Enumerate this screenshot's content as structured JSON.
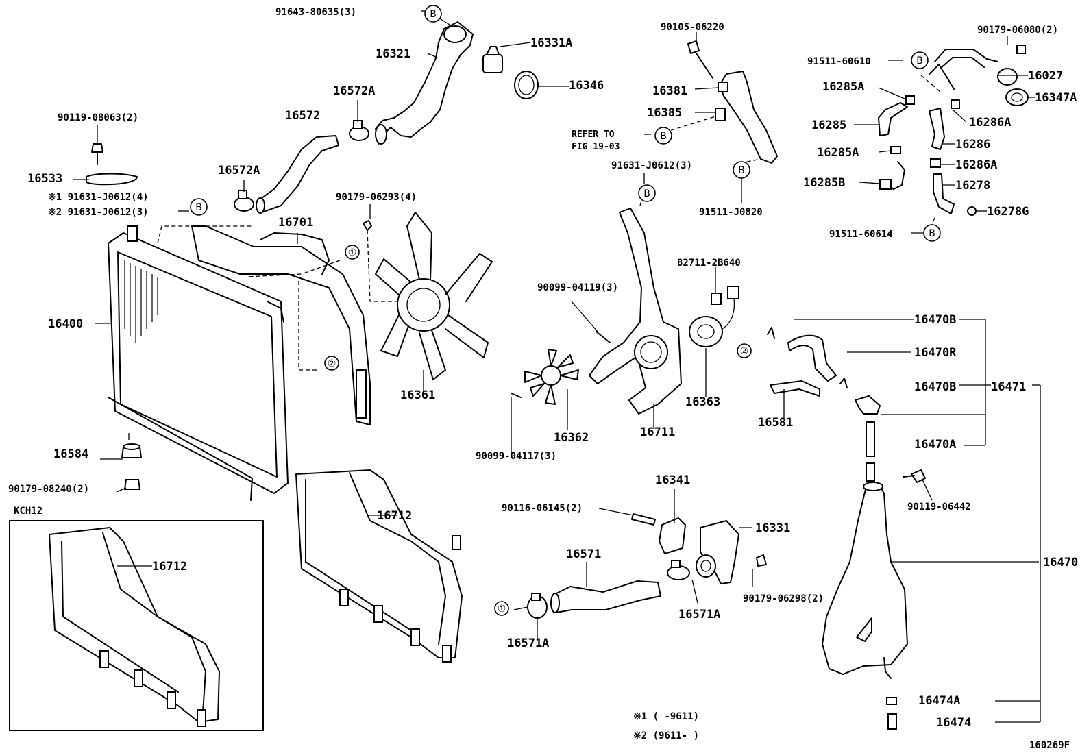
{
  "labels": [
    {
      "text": "91643-80635(3)",
      "kind": "small"
    },
    {
      "text": "16321",
      "kind": "big"
    },
    {
      "text": "16331A",
      "kind": "big"
    },
    {
      "text": "16346",
      "kind": "big"
    },
    {
      "text": "16572A",
      "kind": "big"
    },
    {
      "text": "16572",
      "kind": "big"
    },
    {
      "text": "90119-08063(2)",
      "kind": "small"
    },
    {
      "text": "16533",
      "kind": "big"
    },
    {
      "text": "※1 91631-J0612(4)",
      "kind": "small"
    },
    {
      "text": "※2 91631-J0612(3)",
      "kind": "small"
    },
    {
      "text": "16572A",
      "kind": "big"
    },
    {
      "text": "16701",
      "kind": "big"
    },
    {
      "text": "90179-06293(4)",
      "kind": "small"
    },
    {
      "text": "16400",
      "kind": "big"
    },
    {
      "text": "16361",
      "kind": "big"
    },
    {
      "text": "16584",
      "kind": "big"
    },
    {
      "text": "90179-08240(2)",
      "kind": "small"
    },
    {
      "text": "KCH12",
      "kind": "small"
    },
    {
      "text": "16712",
      "kind": "big"
    },
    {
      "text": "16712",
      "kind": "big"
    },
    {
      "text": "90105-06220",
      "kind": "small"
    },
    {
      "text": "16381",
      "kind": "big"
    },
    {
      "text": "16385",
      "kind": "big"
    },
    {
      "text": "REFER TO",
      "kind": "ref"
    },
    {
      "text": "FIG 19-03",
      "kind": "ref"
    },
    {
      "text": "91631-J0612(3)",
      "kind": "small"
    },
    {
      "text": "91511-J0820",
      "kind": "small"
    },
    {
      "text": "82711-2B640",
      "kind": "small"
    },
    {
      "text": "90099-04119(3)",
      "kind": "small"
    },
    {
      "text": "16363",
      "kind": "big"
    },
    {
      "text": "16362",
      "kind": "big"
    },
    {
      "text": "16711",
      "kind": "big"
    },
    {
      "text": "90099-04117(3)",
      "kind": "small"
    },
    {
      "text": "90179-06080(2)",
      "kind": "small"
    },
    {
      "text": "91511-60610",
      "kind": "small"
    },
    {
      "text": "16027",
      "kind": "big"
    },
    {
      "text": "16285A",
      "kind": "big"
    },
    {
      "text": "16347A",
      "kind": "big"
    },
    {
      "text": "16286A",
      "kind": "big"
    },
    {
      "text": "16285",
      "kind": "big"
    },
    {
      "text": "16286",
      "kind": "big"
    },
    {
      "text": "16285A",
      "kind": "big"
    },
    {
      "text": "16286A",
      "kind": "big"
    },
    {
      "text": "16285B",
      "kind": "big"
    },
    {
      "text": "16278",
      "kind": "big"
    },
    {
      "text": "16278G",
      "kind": "big"
    },
    {
      "text": "91511-60614",
      "kind": "small"
    },
    {
      "text": "16470B",
      "kind": "big"
    },
    {
      "text": "16470R",
      "kind": "big"
    },
    {
      "text": "16470B",
      "kind": "big"
    },
    {
      "text": "16471",
      "kind": "big"
    },
    {
      "text": "16581",
      "kind": "big"
    },
    {
      "text": "16470A",
      "kind": "big"
    },
    {
      "text": "90119-06442",
      "kind": "small"
    },
    {
      "text": "16341",
      "kind": "big"
    },
    {
      "text": "90116-06145(2)",
      "kind": "small"
    },
    {
      "text": "16331",
      "kind": "big"
    },
    {
      "text": "16571",
      "kind": "big"
    },
    {
      "text": "90179-06298(2)",
      "kind": "small"
    },
    {
      "text": "16571A",
      "kind": "big"
    },
    {
      "text": "16571A",
      "kind": "big"
    },
    {
      "text": "16470",
      "kind": "big"
    },
    {
      "text": "16474A",
      "kind": "big"
    },
    {
      "text": "16474",
      "kind": "big"
    },
    {
      "text": "※1 (    -9611)",
      "kind": "small"
    },
    {
      "text": "※2 (9611-    )",
      "kind": "small"
    },
    {
      "text": "160269F",
      "kind": "small"
    }
  ],
  "callouts": [
    {
      "text": "B"
    },
    {
      "text": "B"
    },
    {
      "text": "B"
    },
    {
      "text": "B"
    },
    {
      "text": "B"
    },
    {
      "text": "B"
    },
    {
      "text": "B"
    },
    {
      "text": "①"
    },
    {
      "text": "②"
    },
    {
      "text": "②"
    },
    {
      "text": "①"
    }
  ]
}
